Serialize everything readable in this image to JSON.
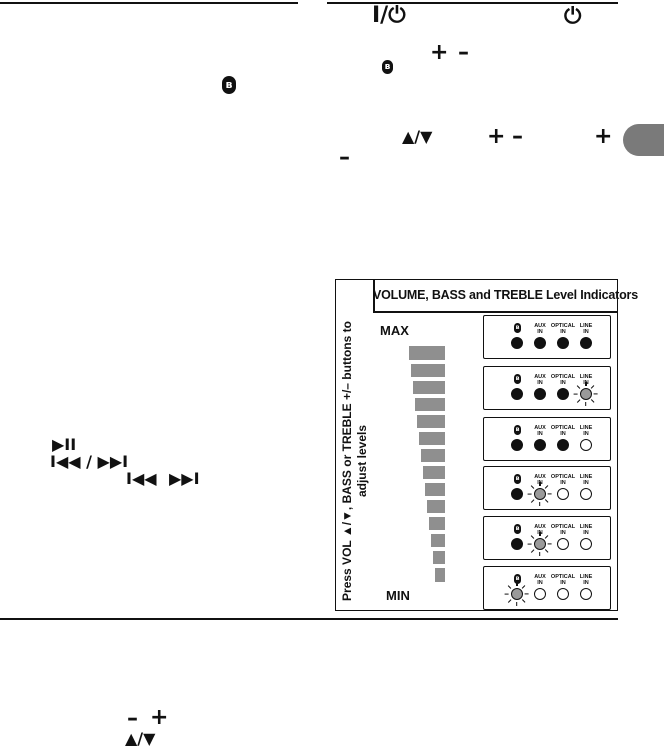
{
  "top_symbols": {
    "power_symbol": "I/⏻",
    "standby_symbol": "⏻",
    "plus": "+",
    "minus": "–",
    "up_down": "▲/▼",
    "play_pause": "▶II",
    "prev_next": "I◀◀ / ▶▶I",
    "prev": "I◀◀",
    "next": "▶▶I",
    "bluetooth": "ʙ"
  },
  "panel": {
    "title": "VOLUME, BASS and TREBLE Level Indicators",
    "vertical_text": "Press VOL ▲/▼, BASS or TREBLE +/– buttons to adjust levels",
    "max_label": "MAX",
    "min_label": "MIN",
    "labels": {
      "aux": "AUX\nIN",
      "optical": "OPTICAL\nIN",
      "line": "LINE\nIN"
    },
    "rows": [
      {
        "leds": [
          "on",
          "on",
          "on",
          "on"
        ]
      },
      {
        "leds": [
          "on",
          "on",
          "on",
          "flash"
        ]
      },
      {
        "leds": [
          "on",
          "on",
          "on",
          "off"
        ]
      },
      {
        "leds": [
          "on",
          "flash",
          "off",
          "off"
        ]
      },
      {
        "leds": [
          "on",
          "flash",
          "off",
          "off"
        ]
      },
      {
        "leds": [
          "flash",
          "off",
          "off",
          "off"
        ]
      }
    ]
  },
  "colors": {
    "bar_gray": "#8f8f8f",
    "led_flash": "#9a9a9a",
    "tab_gray": "#7a7a7a"
  }
}
